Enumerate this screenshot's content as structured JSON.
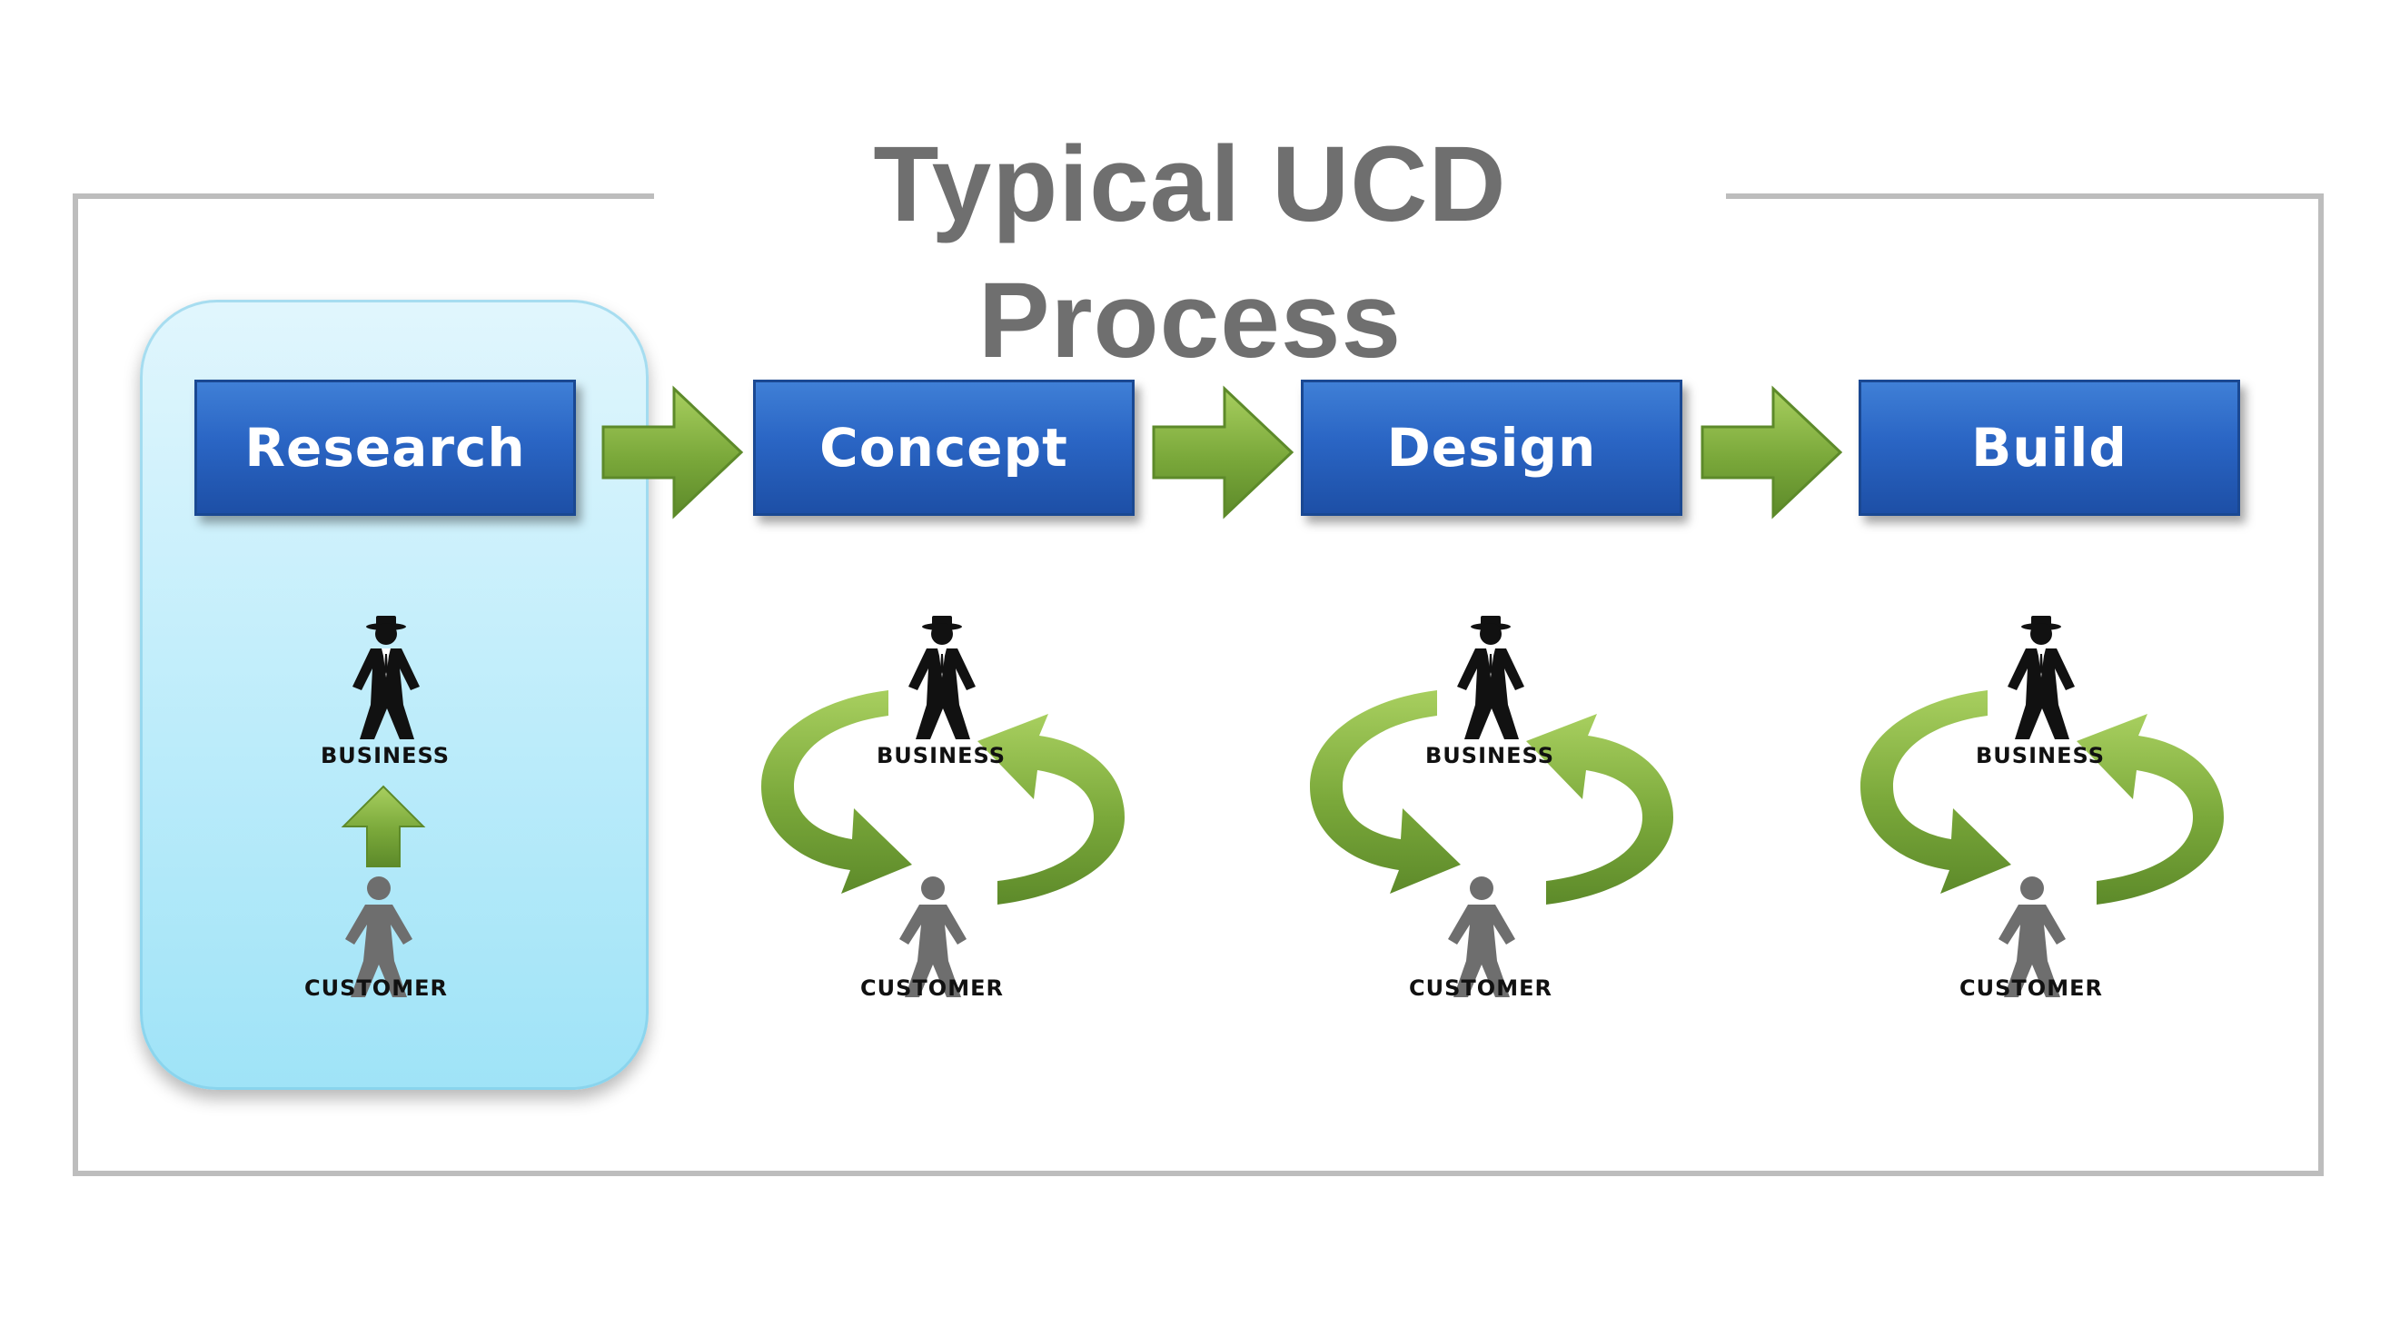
{
  "title": "Typical UCD Process",
  "colors": {
    "stage_blue": "#2a65c4",
    "arrow_green": "#7aa83a",
    "panel_blue": "#aee8f8",
    "frame_gray": "#bdbdbd",
    "title_gray": "#6f6f6f",
    "customer_gray": "#707070"
  },
  "stages": [
    {
      "label": "Research",
      "mode": "one-way"
    },
    {
      "label": "Concept",
      "mode": "cycle"
    },
    {
      "label": "Design",
      "mode": "cycle"
    },
    {
      "label": "Build",
      "mode": "cycle"
    }
  ],
  "roles": {
    "business": "BUSINESS",
    "customer": "CUSTOMER"
  },
  "icons": {
    "business": "businessman-icon",
    "customer": "customer-icon",
    "flow": "right-arrow-icon",
    "cycle": "cycle-arrows-icon",
    "up": "up-arrow-icon"
  }
}
